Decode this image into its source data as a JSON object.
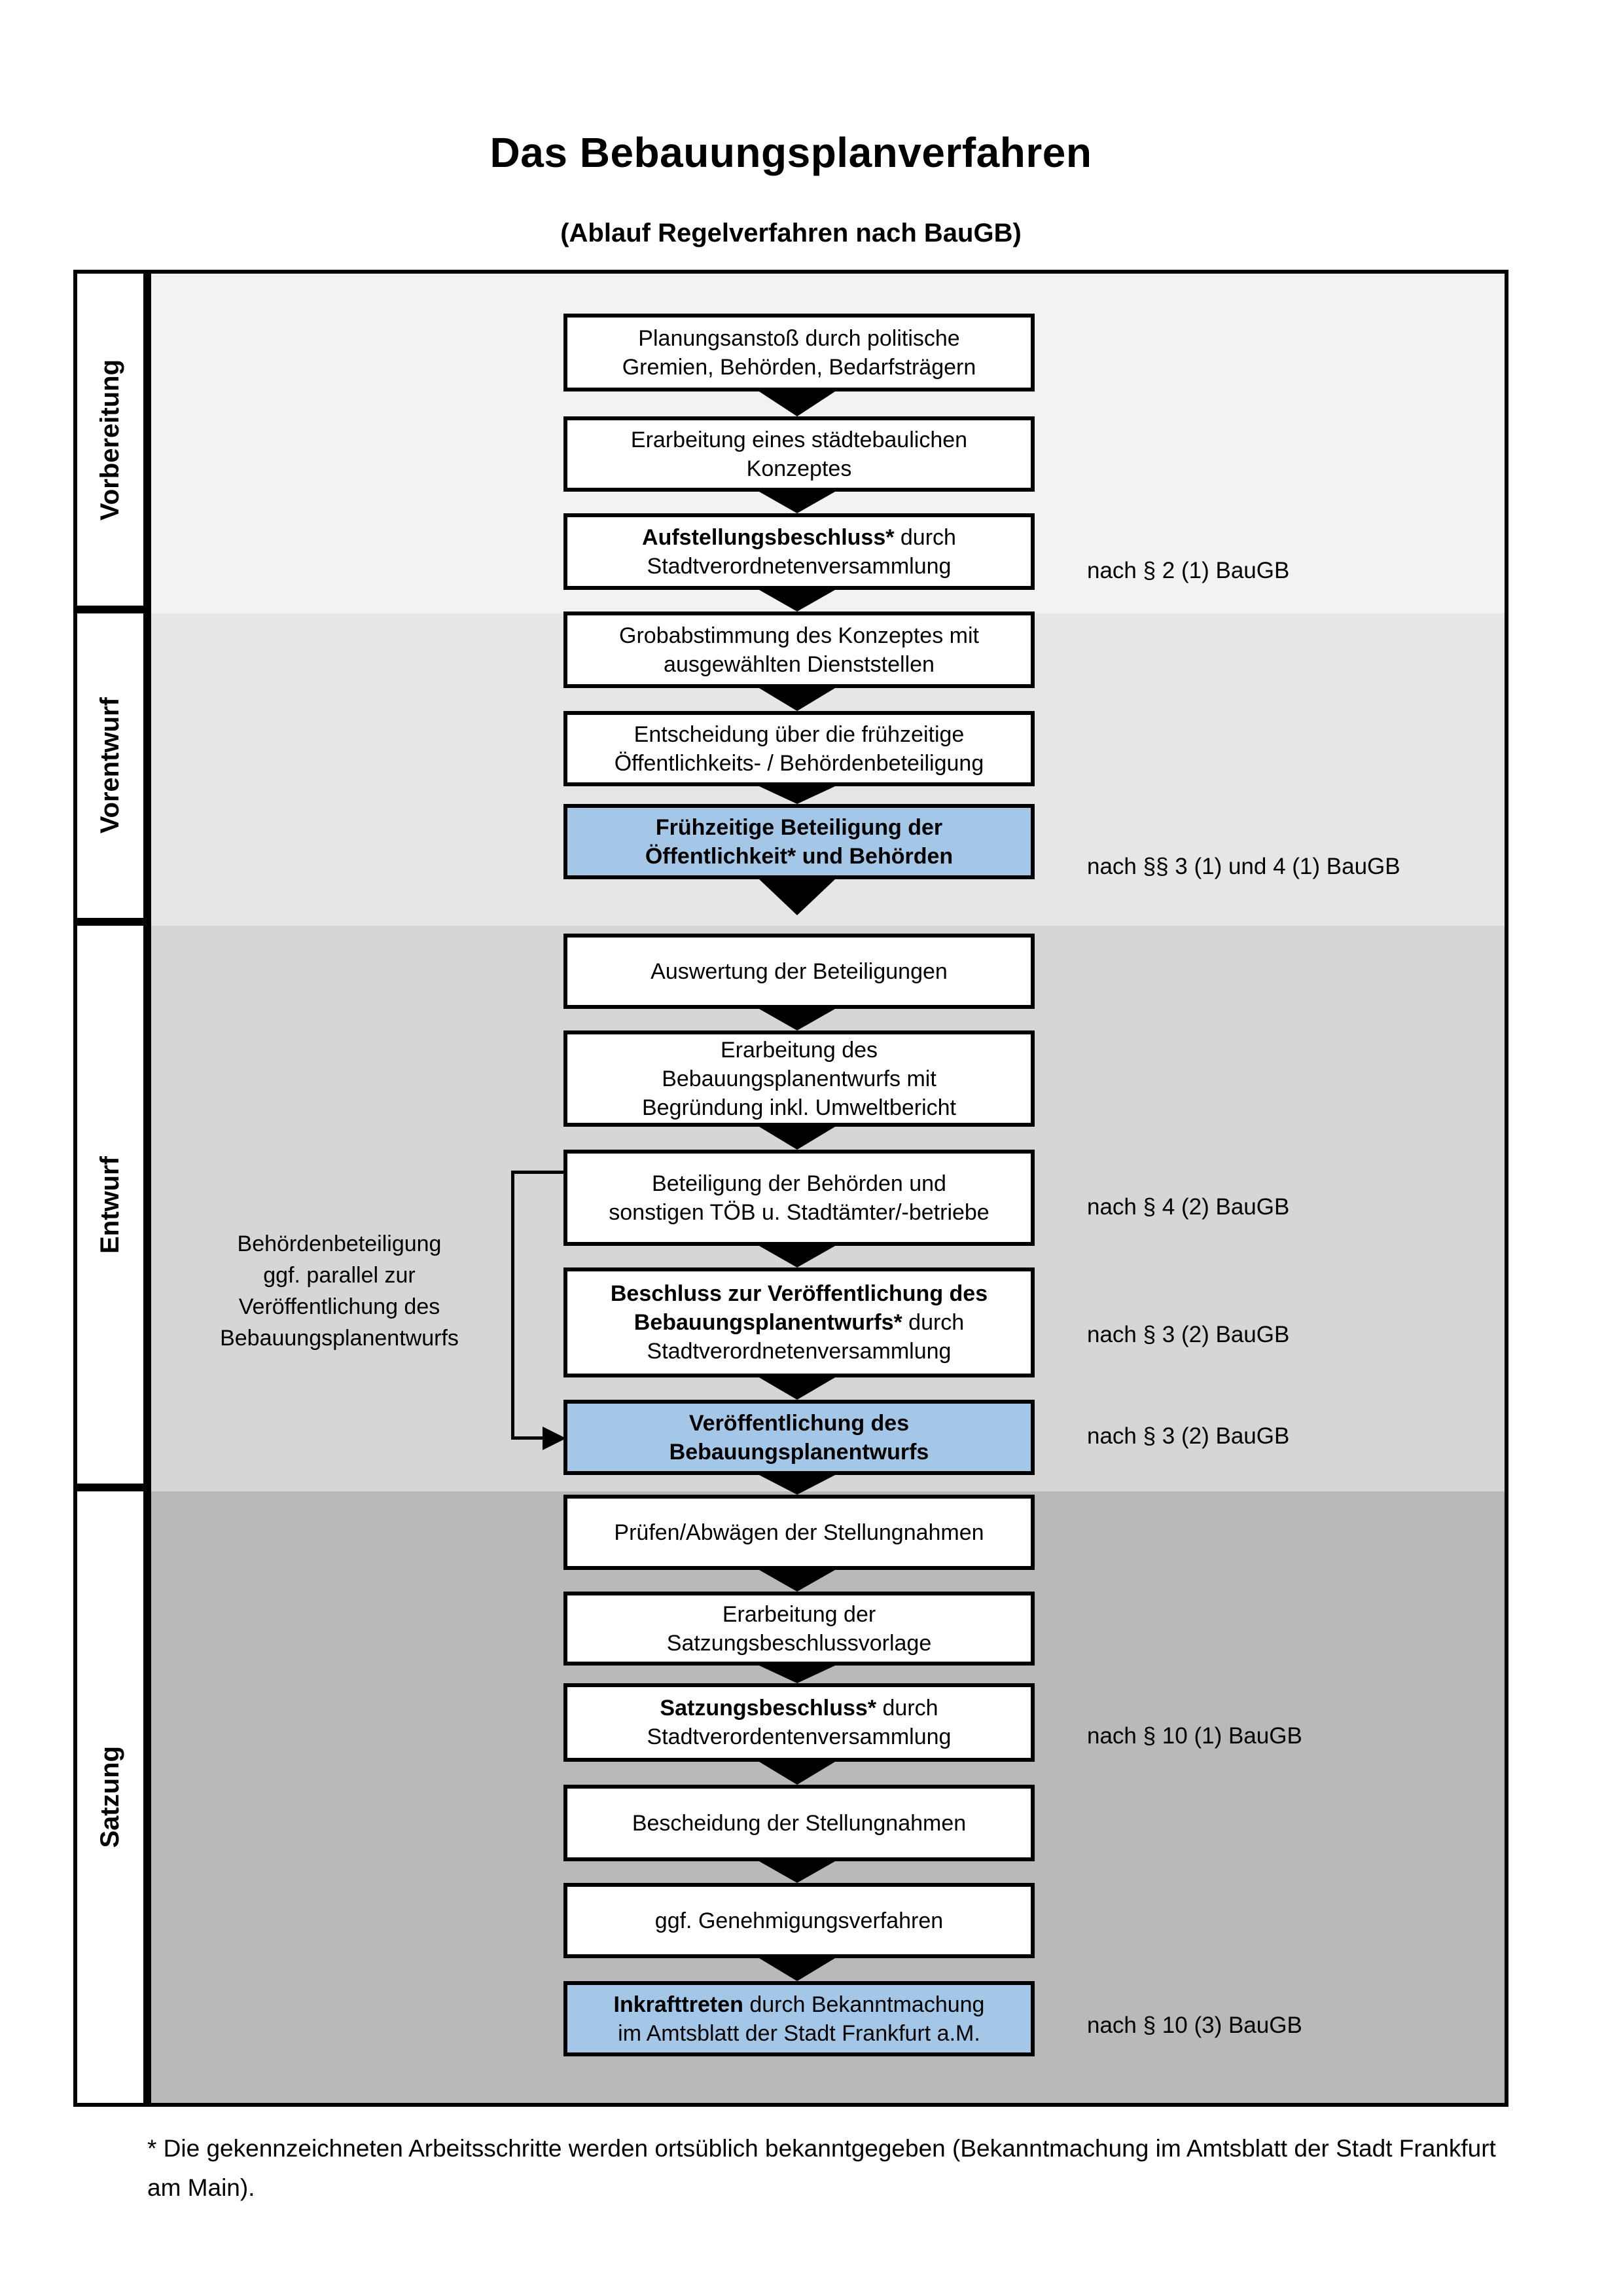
{
  "title": "Das Bebauungsplanverfahren",
  "subtitle": "(Ablauf Regelverfahren nach BauGB)",
  "colors": {
    "highlight_blue": "#a4c7e8",
    "phase1_bg": "#f2f2f2",
    "phase2_bg": "#e6e6e6",
    "phase3_bg": "#d6d6d6",
    "phase4_bg": "#b9b9b9",
    "border": "#000000"
  },
  "phases": [
    {
      "label": "Vorbereitung",
      "background": "#f2f2f2"
    },
    {
      "label": "Vorentwurf",
      "background": "#e6e6e6"
    },
    {
      "label": "Entwurf",
      "background": "#d6d6d6"
    },
    {
      "label": "Satzung",
      "background": "#b9b9b9"
    }
  ],
  "steps": [
    {
      "name": "planungsanstoss",
      "highlight": false,
      "note": null,
      "lines": [
        [
          {
            "text": "Planungsanstoß durch politische",
            "bold": false
          }
        ],
        [
          {
            "text": "Gremien, Behörden, Bedarfsträgern",
            "bold": false
          }
        ]
      ]
    },
    {
      "name": "staedtebauliches-konzept",
      "highlight": false,
      "note": null,
      "lines": [
        [
          {
            "text": "Erarbeitung eines städtebaulichen",
            "bold": false
          }
        ],
        [
          {
            "text": "Konzeptes",
            "bold": false
          }
        ]
      ]
    },
    {
      "name": "aufstellungsbeschluss",
      "highlight": false,
      "note": "nach § 2 (1) BauGB",
      "lines": [
        [
          {
            "text": "Aufstellungsbeschluss*",
            "bold": true
          },
          {
            "text": " durch",
            "bold": false
          }
        ],
        [
          {
            "text": "Stadtverordnetenversammlung",
            "bold": false
          }
        ]
      ]
    },
    {
      "name": "grobabstimmung",
      "highlight": false,
      "note": null,
      "lines": [
        [
          {
            "text": "Grobabstimmung des Konzeptes mit",
            "bold": false
          }
        ],
        [
          {
            "text": "ausgewählten Dienststellen",
            "bold": false
          }
        ]
      ]
    },
    {
      "name": "entscheidung-fruehzeitige-beteiligung",
      "highlight": false,
      "note": null,
      "lines": [
        [
          {
            "text": "Entscheidung über die frühzeitige",
            "bold": false
          }
        ],
        [
          {
            "text": "Öffentlichkeits- / Behördenbeteiligung",
            "bold": false
          }
        ]
      ]
    },
    {
      "name": "fruehzeitige-beteiligung",
      "highlight": true,
      "note": "nach §§ 3 (1) und 4 (1) BauGB",
      "lines": [
        [
          {
            "text": "Frühzeitige Beteiligung der",
            "bold": true
          }
        ],
        [
          {
            "text": "Öffentlichkeit* und Behörden",
            "bold": true
          }
        ]
      ]
    },
    {
      "name": "auswertung-beteiligungen",
      "highlight": false,
      "note": null,
      "lines": [
        [
          {
            "text": "Auswertung der Beteiligungen",
            "bold": false
          }
        ]
      ]
    },
    {
      "name": "erarbeitung-bebauungsplanentwurf",
      "highlight": false,
      "note": null,
      "lines": [
        [
          {
            "text": "Erarbeitung des",
            "bold": false
          }
        ],
        [
          {
            "text": "Bebauungsplanentwurfs mit",
            "bold": false
          }
        ],
        [
          {
            "text": "Begründung inkl. Umweltbericht",
            "bold": false
          }
        ]
      ]
    },
    {
      "name": "behoerdenbeteiligung-toeb",
      "highlight": false,
      "note": "nach § 4 (2) BauGB",
      "lines": [
        [
          {
            "text": "Beteiligung der Behörden und",
            "bold": false
          }
        ],
        [
          {
            "text": "sonstigen TÖB u. Stadtämter/-betriebe",
            "bold": false
          }
        ]
      ]
    },
    {
      "name": "beschluss-veroeffentlichung",
      "highlight": false,
      "note": "nach § 3 (2) BauGB",
      "lines": [
        [
          {
            "text": "Beschluss zur Veröffentlichung des",
            "bold": true
          }
        ],
        [
          {
            "text": "Bebauungsplanentwurfs*",
            "bold": true
          },
          {
            "text": " durch",
            "bold": false
          }
        ],
        [
          {
            "text": "Stadtverordnetenversammlung",
            "bold": false
          }
        ]
      ]
    },
    {
      "name": "veroeffentlichung-entwurf",
      "highlight": true,
      "note": "nach § 3 (2) BauGB",
      "lines": [
        [
          {
            "text": "Veröffentlichung des",
            "bold": true
          }
        ],
        [
          {
            "text": "Bebauungsplanentwurfs",
            "bold": true
          }
        ]
      ]
    },
    {
      "name": "pruefen-abwaegen-stellungnahmen",
      "highlight": false,
      "note": null,
      "lines": [
        [
          {
            "text": "Prüfen/Abwägen der Stellungnahmen",
            "bold": false
          }
        ]
      ]
    },
    {
      "name": "erarbeitung-satzungsbeschlussvorlage",
      "highlight": false,
      "note": null,
      "lines": [
        [
          {
            "text": "Erarbeitung der",
            "bold": false
          }
        ],
        [
          {
            "text": "Satzungsbeschlussvorlage",
            "bold": false
          }
        ]
      ]
    },
    {
      "name": "satzungsbeschluss",
      "highlight": false,
      "note": "nach § 10 (1) BauGB",
      "lines": [
        [
          {
            "text": "Satzungsbeschluss*",
            "bold": true
          },
          {
            "text": " durch",
            "bold": false
          }
        ],
        [
          {
            "text": "Stadtverordentenversammlung",
            "bold": false
          }
        ]
      ]
    },
    {
      "name": "bescheidung-stellungnahmen",
      "highlight": false,
      "note": null,
      "lines": [
        [
          {
            "text": "Bescheidung der Stellungnahmen",
            "bold": false
          }
        ]
      ]
    },
    {
      "name": "genehmigungsverfahren",
      "highlight": false,
      "note": null,
      "lines": [
        [
          {
            "text": "ggf. Genehmigungsverfahren",
            "bold": false
          }
        ]
      ]
    },
    {
      "name": "inkrafttreten",
      "highlight": true,
      "note": "nach § 10 (3) BauGB",
      "lines": [
        [
          {
            "text": "Inkrafttreten",
            "bold": true
          },
          {
            "text": " durch Bekanntmachung",
            "bold": false
          }
        ],
        [
          {
            "text": "im Amtsblatt der Stadt Frankfurt a.M.",
            "bold": false
          }
        ]
      ]
    }
  ],
  "annotation": {
    "text": "Behördenbeteiligung\nggf. parallel zur\nVeröffentlichung des\nBebauungsplanentwurfs"
  },
  "footnote": "* Die gekennzeichneten Arbeitsschritte werden ortsüblich bekanntgegeben (Bekanntmachung im Amtsblatt der Stadt Frankfurt am Main)."
}
